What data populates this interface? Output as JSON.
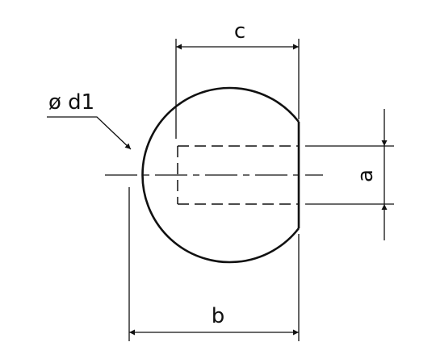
{
  "labels": {
    "diameter": "ø d1",
    "c": "c",
    "a": "a",
    "b": "b"
  },
  "colors": {
    "stroke": "#111111",
    "background": "#ffffff"
  }
}
